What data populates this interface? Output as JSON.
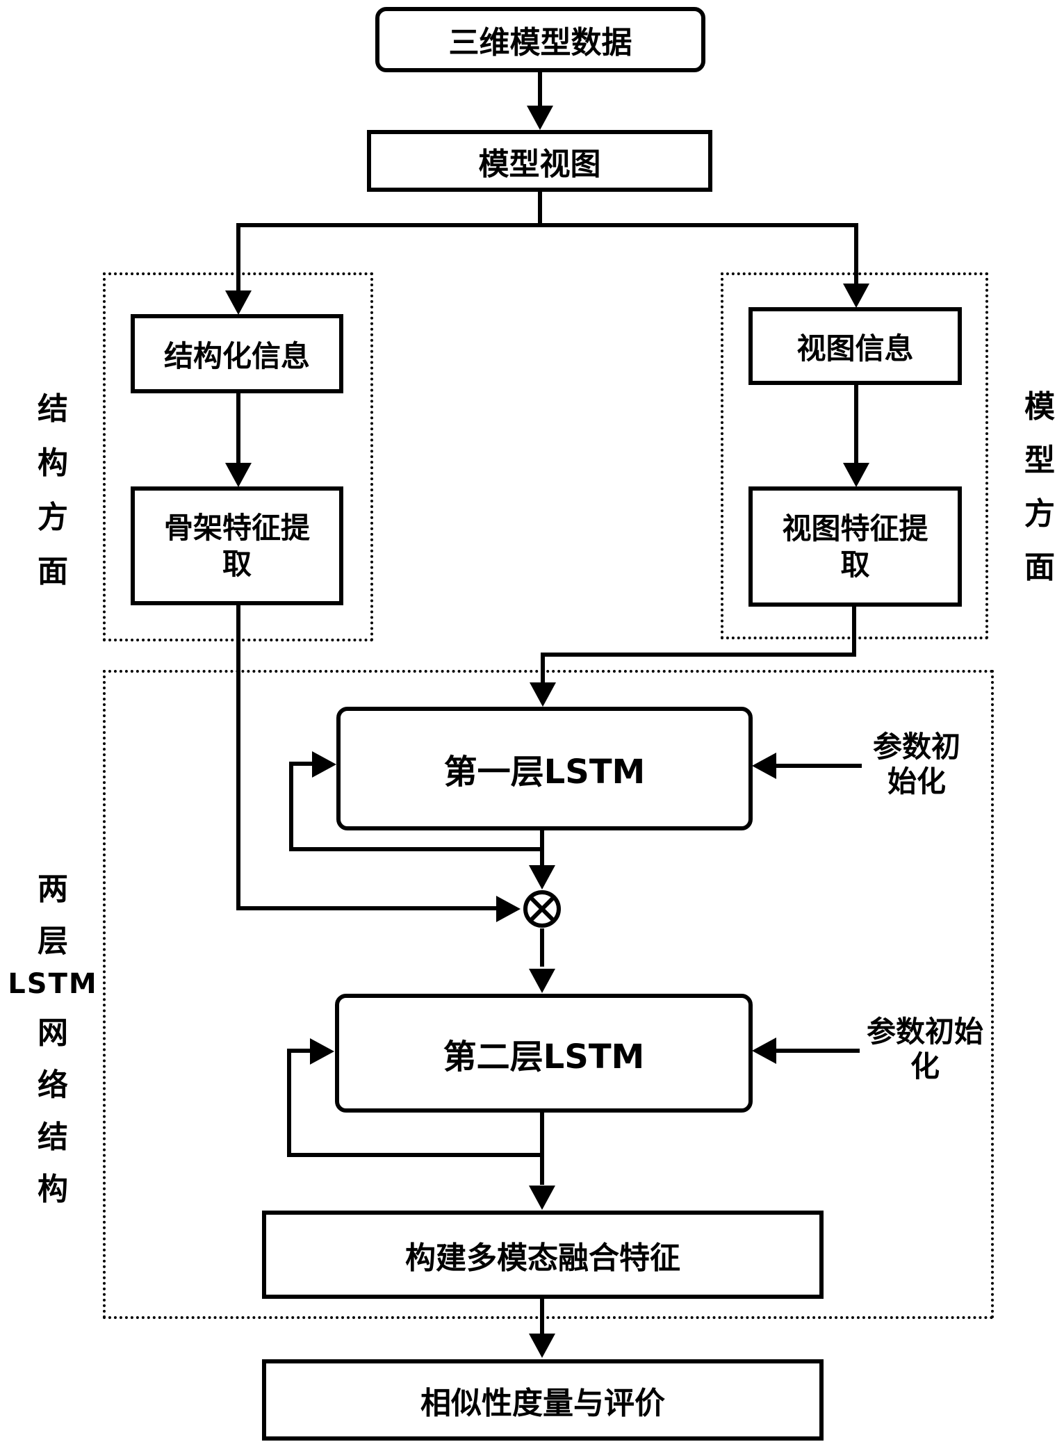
{
  "colors": {
    "stroke": "#000000",
    "background": "#ffffff"
  },
  "nodes": {
    "model_data": {
      "label": "三维模型数据"
    },
    "model_view": {
      "label": "模型视图"
    },
    "struct_info": {
      "label": "结构化信息"
    },
    "view_info": {
      "label": "视图信息"
    },
    "skeleton_extract": {
      "label": "骨架特征提取",
      "lines": [
        "骨架特征提",
        "取"
      ]
    },
    "view_extract": {
      "label": "视图特征提取",
      "lines": [
        "视图特征提",
        "取"
      ]
    },
    "lstm1": {
      "label": "第一层LSTM"
    },
    "lstm2": {
      "label": "第二层LSTM"
    },
    "fusion": {
      "label": "构建多模态融合特征"
    },
    "similarity": {
      "label": "相似性度量与评价"
    },
    "param_init_1": {
      "label": "参数初始化",
      "lines": [
        "参数初",
        "始化"
      ]
    },
    "param_init_2": {
      "label": "参数初始化",
      "lines": [
        "参数初始",
        "化"
      ]
    }
  },
  "groups": {
    "structure_aspect": {
      "label": "结构方面",
      "segments": [
        "结",
        "构",
        "方",
        "面"
      ]
    },
    "model_aspect": {
      "label": "模型方面",
      "segments": [
        "模",
        "型",
        "方",
        "面"
      ]
    },
    "lstm_network": {
      "label": "两层LSTM网络结构",
      "segments": [
        "两",
        "层",
        "LSTM",
        "网",
        "络",
        "结",
        "构"
      ]
    }
  },
  "icons": {
    "multiply": "⊗"
  }
}
